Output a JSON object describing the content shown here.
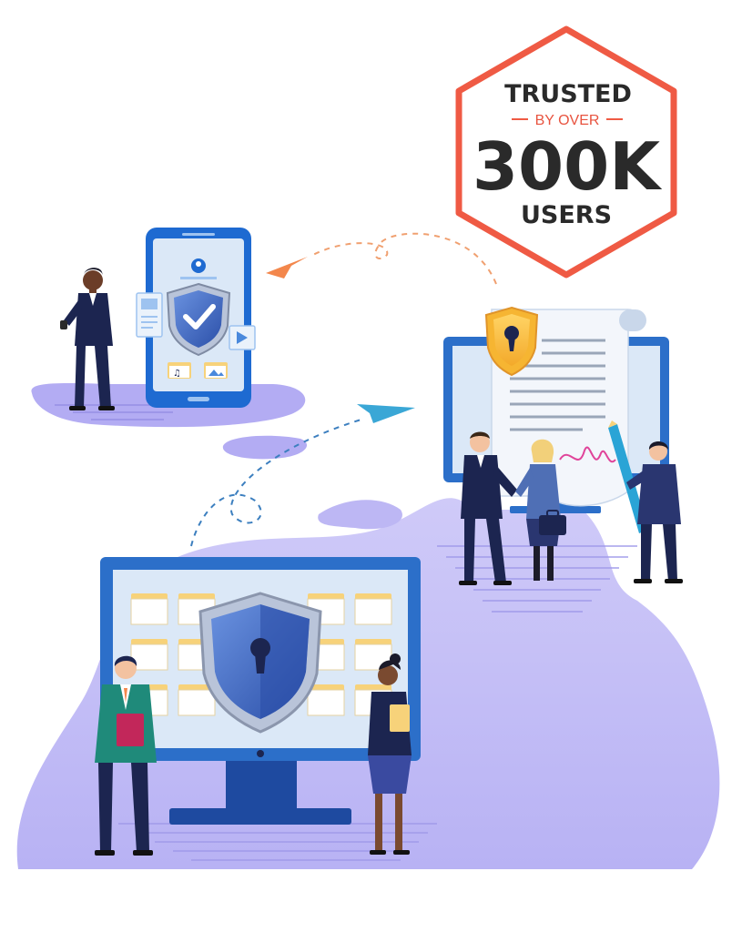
{
  "badge": {
    "line1": "TRUSTED",
    "line2": "BY OVER",
    "line3": "300K",
    "line4": "USERS"
  },
  "colors": {
    "badge_border": "#ef5a44",
    "blob": "#c7c3f7",
    "blob_dark": "#a9a4ef",
    "screen_frame": "#2c6fc9",
    "screen_inner": "#dbe8f7",
    "shield_blue": "#3b67c2",
    "navy": "#1c2550",
    "folder": "#f7d27a"
  }
}
